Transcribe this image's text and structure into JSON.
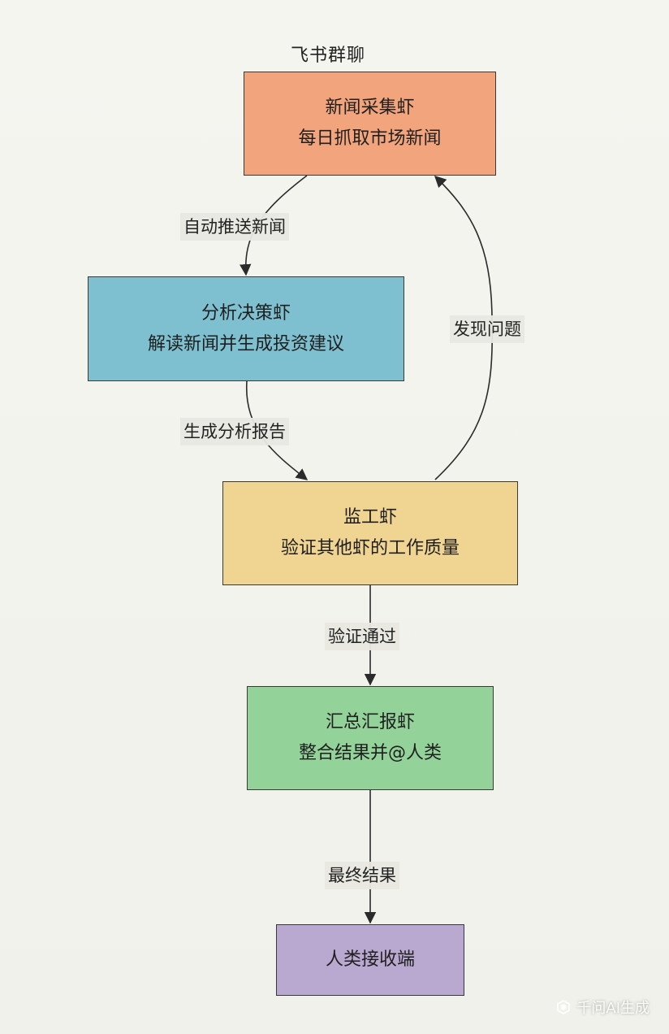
{
  "diagram": {
    "group_title": "飞书群聊",
    "nodes": [
      {
        "id": "news",
        "title": "新闻采集虾",
        "subtitle": "每日抓取市场新闻",
        "color": "#f2a47c"
      },
      {
        "id": "analysis",
        "title": "分析决策虾",
        "subtitle": "解读新闻并生成投资建议",
        "color": "#7ec0cf"
      },
      {
        "id": "supervisor",
        "title": "监工虾",
        "subtitle": "验证其他虾的工作质量",
        "color": "#f0d491"
      },
      {
        "id": "summary",
        "title": "汇总汇报虾",
        "subtitle": "整合结果并@人类",
        "color": "#93d39a"
      },
      {
        "id": "human",
        "title": "人类接收端",
        "subtitle": "",
        "color": "#b9a8cf"
      }
    ],
    "edges": [
      {
        "from": "news",
        "to": "analysis",
        "label": "自动推送新闻"
      },
      {
        "from": "analysis",
        "to": "supervisor",
        "label": "生成分析报告"
      },
      {
        "from": "supervisor",
        "to": "news",
        "label": "发现问题"
      },
      {
        "from": "supervisor",
        "to": "summary",
        "label": "验证通过"
      },
      {
        "from": "summary",
        "to": "human",
        "label": "最终结果"
      }
    ],
    "edge_color": "#2b2b2b"
  },
  "watermark": {
    "text": "千问AI生成",
    "icon": "qianwen-logo-icon"
  }
}
